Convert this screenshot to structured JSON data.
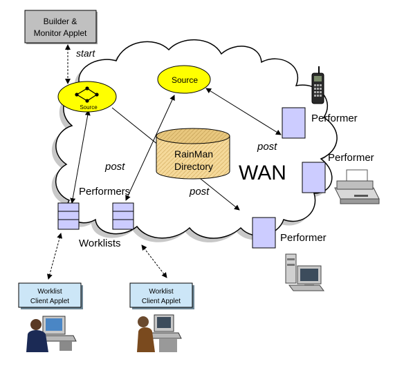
{
  "builder_box": {
    "line1": "Builder &",
    "line2": "Monitor Applet"
  },
  "labels": {
    "start": "start",
    "source_main": "Source",
    "source_small": "Source",
    "directory_line1": "RainMan",
    "directory_line2": "Directory",
    "wan": "WAN",
    "post_left": "post",
    "post_center": "post",
    "post_right": "post",
    "performers": "Performers",
    "worklists": "Worklists",
    "performer_1": "Performer",
    "performer_2": "Performer",
    "performer_3": "Performer"
  },
  "client_left": {
    "line1": "Worklist",
    "line2": "Client Applet"
  },
  "client_right": {
    "line1": "Worklist",
    "line2": "Client Applet"
  },
  "colors": {
    "builder_fill": "#c0c0c0",
    "client_fill": "#cce6f7",
    "source_fill": "#ffff00",
    "directory_fill": "#f5d99a",
    "performer_fill": "#ccccff",
    "cloud_fill": "#ffffff"
  }
}
